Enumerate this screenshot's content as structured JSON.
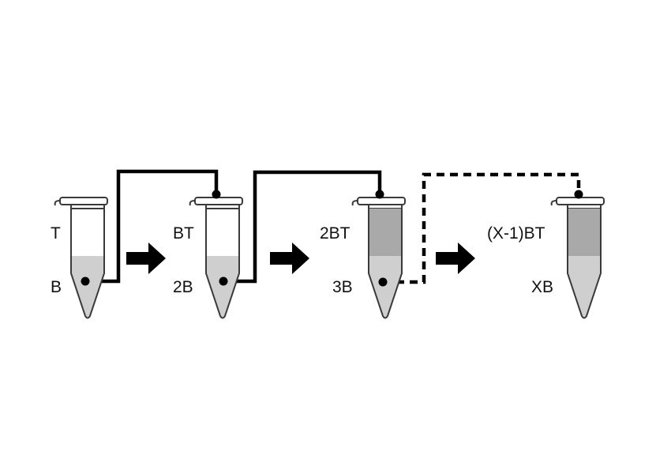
{
  "diagram": {
    "tubes": [
      {
        "top_label": "T",
        "bottom_label": "B",
        "top_fill": "empty"
      },
      {
        "top_label": "BT",
        "bottom_label": "2B",
        "top_fill": "empty"
      },
      {
        "top_label": "2BT",
        "bottom_label": "3B",
        "top_fill": "dark"
      },
      {
        "top_label": "(X-1)BT",
        "bottom_label": "XB",
        "top_fill": "dark"
      }
    ],
    "connectors": [
      {
        "from": "tube-1-bottom",
        "to": "tube-2-cap",
        "style": "solid"
      },
      {
        "from": "tube-2-bottom",
        "to": "tube-3-cap",
        "style": "solid"
      },
      {
        "from": "tube-3-bottom",
        "to": "tube-4-cap",
        "style": "dashed"
      }
    ],
    "colors": {
      "outline": "#3a3a3a",
      "bottom_phase": "#cfcfcf",
      "top_phase_dark": "#a9a9a9",
      "top_phase_empty": "#ffffff",
      "line": "#000000"
    }
  }
}
